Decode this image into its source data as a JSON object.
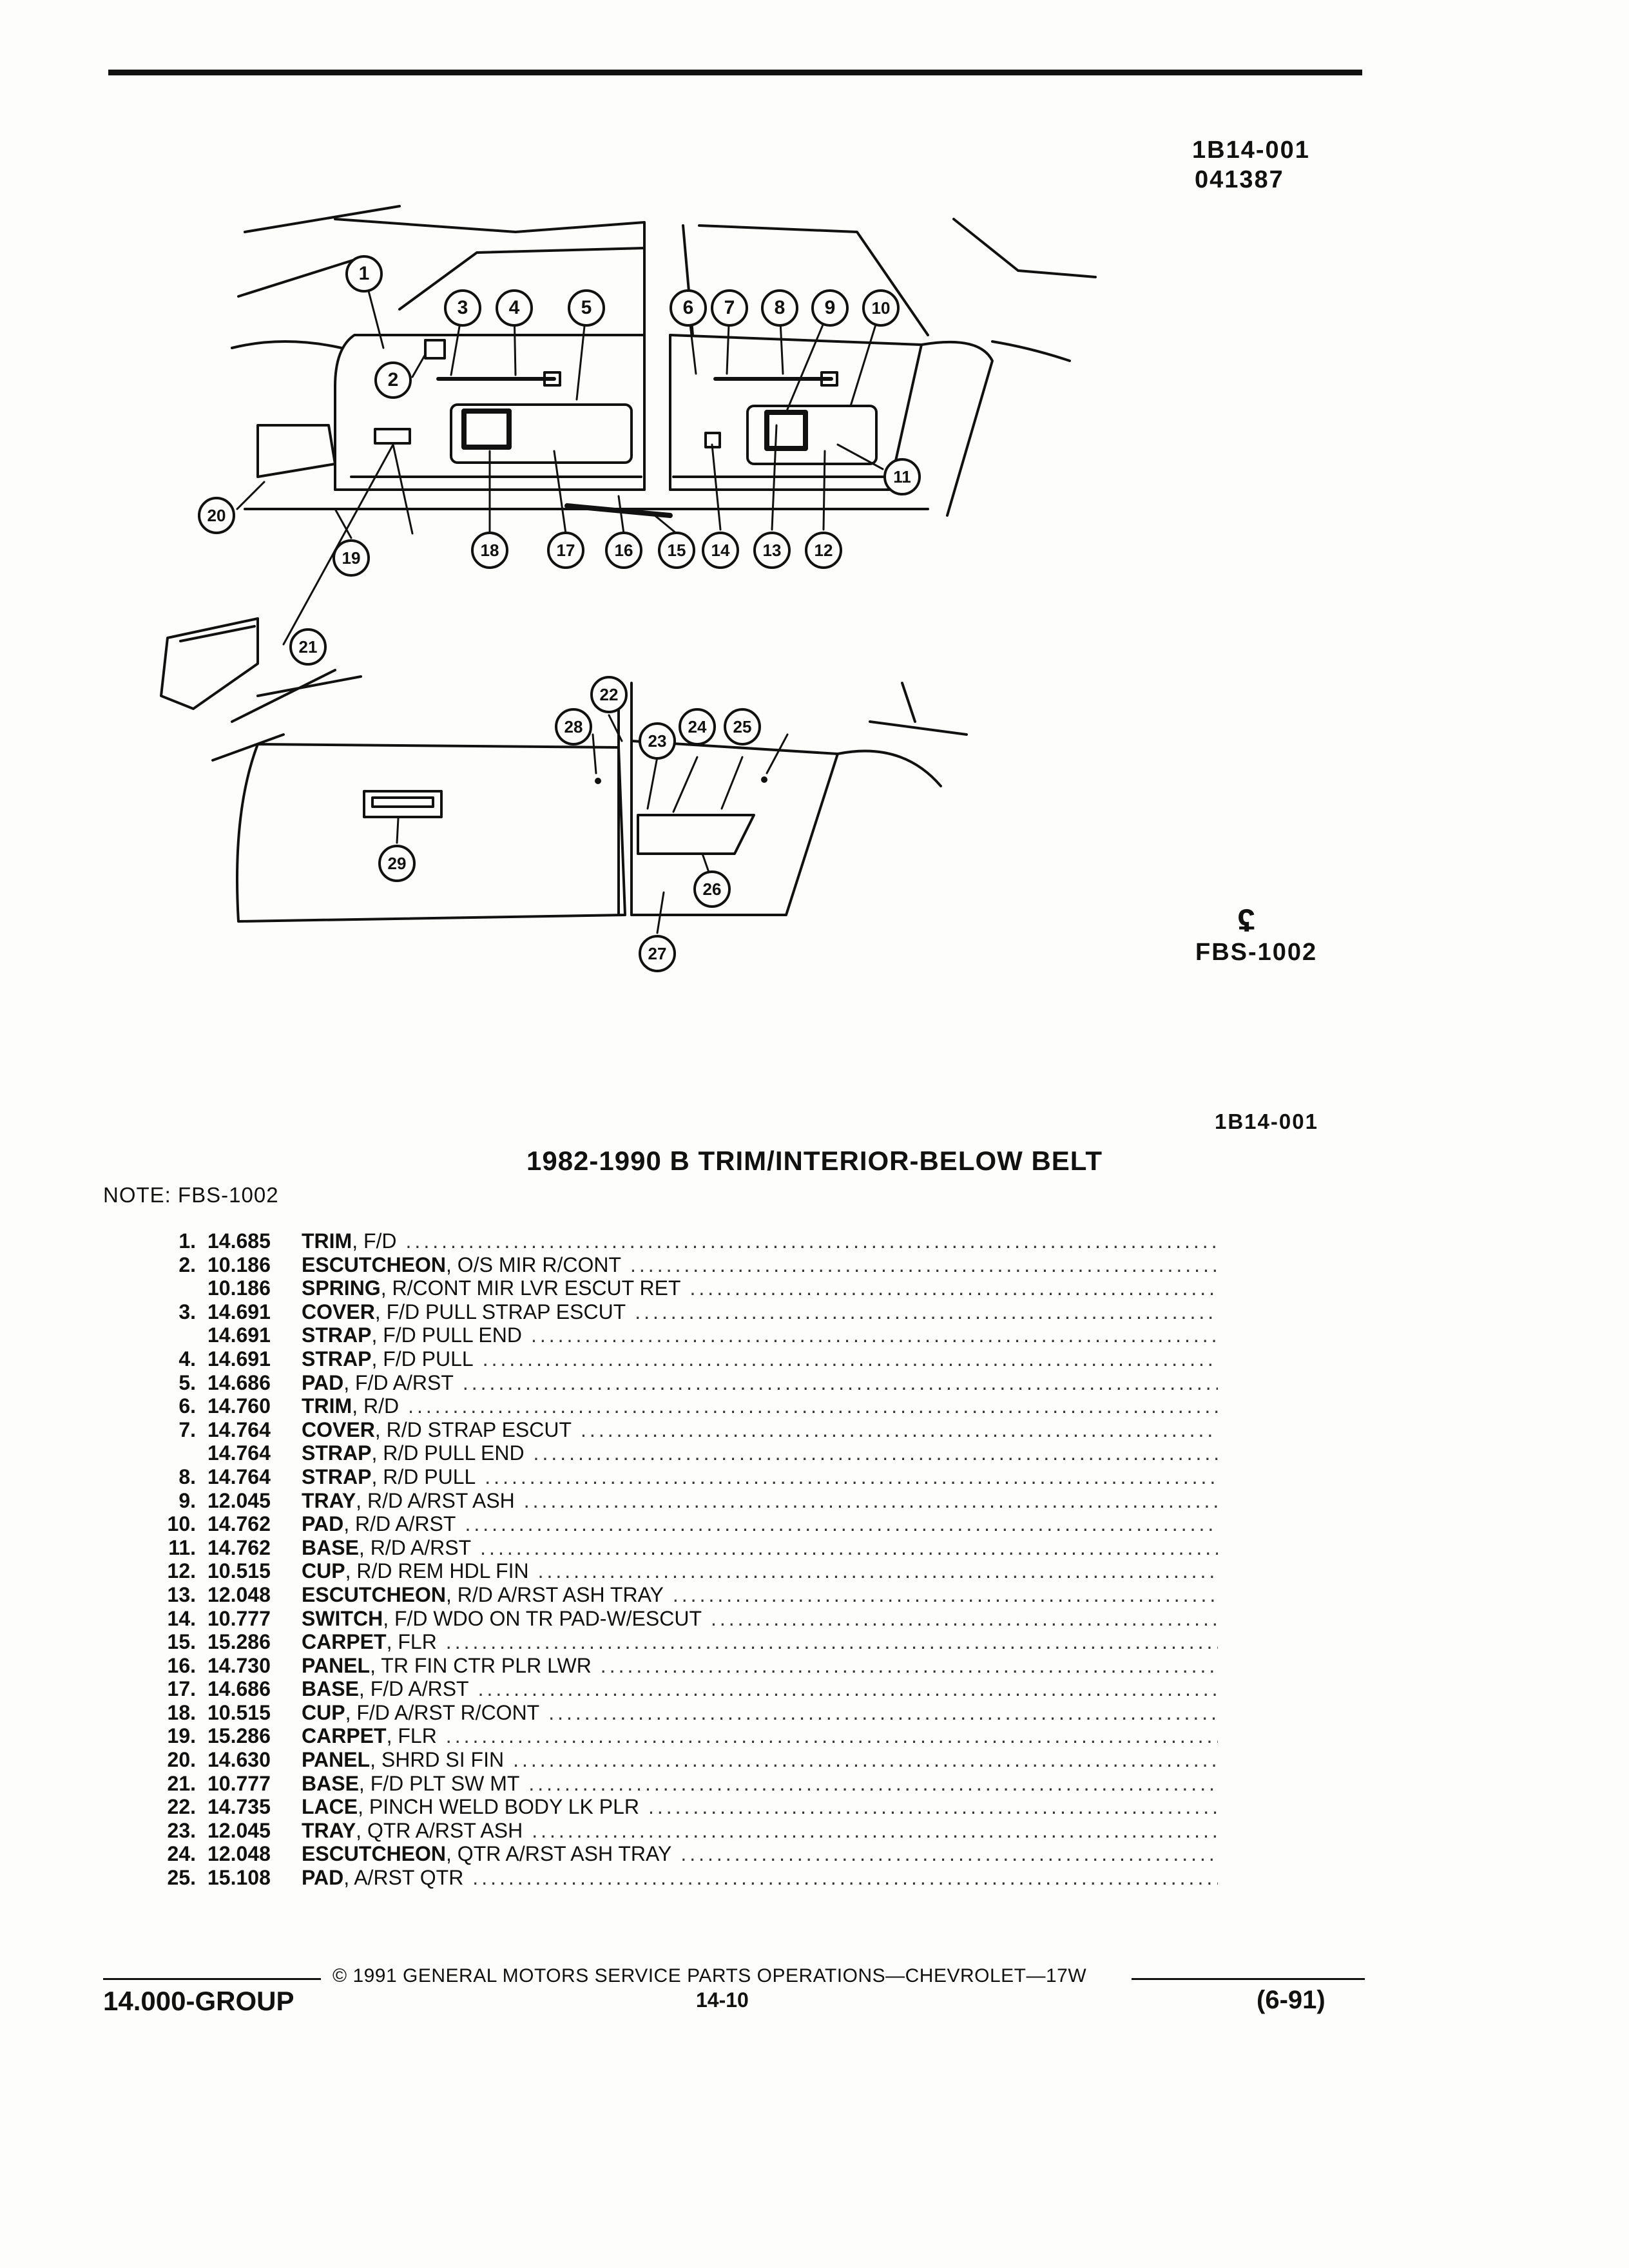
{
  "header": {
    "ref_code": "1B14-001",
    "date_code": "041387"
  },
  "figure": {
    "callouts": [
      "1",
      "2",
      "3",
      "4",
      "5",
      "6",
      "7",
      "8",
      "9",
      "10",
      "11",
      "12",
      "13",
      "14",
      "15",
      "16",
      "17",
      "18",
      "19",
      "20",
      "21",
      "22",
      "23",
      "24",
      "25",
      "26",
      "27",
      "28",
      "29"
    ],
    "ref": "FBS-1002"
  },
  "section": {
    "code": "1B14-001",
    "title": "1982-1990 B TRIM/INTERIOR-BELOW BELT",
    "note": "NOTE:  FBS-1002"
  },
  "parts": [
    {
      "no": "1.",
      "grp": "14.685",
      "name": "TRIM",
      "desc": ", F/D"
    },
    {
      "no": "2.",
      "grp": "10.186",
      "name": "ESCUTCHEON",
      "desc": ", O/S MIR R/CONT"
    },
    {
      "no": "",
      "grp": "10.186",
      "name": "SPRING",
      "desc": ", R/CONT MIR LVR ESCUT RET"
    },
    {
      "no": "3.",
      "grp": "14.691",
      "name": "COVER",
      "desc": ", F/D PULL STRAP ESCUT"
    },
    {
      "no": "",
      "grp": "14.691",
      "name": "STRAP",
      "desc": ", F/D PULL END"
    },
    {
      "no": "4.",
      "grp": "14.691",
      "name": "STRAP",
      "desc": ", F/D PULL"
    },
    {
      "no": "5.",
      "grp": "14.686",
      "name": "PAD",
      "desc": ", F/D A/RST"
    },
    {
      "no": "6.",
      "grp": "14.760",
      "name": "TRIM",
      "desc": ", R/D"
    },
    {
      "no": "7.",
      "grp": "14.764",
      "name": "COVER",
      "desc": ", R/D STRAP ESCUT"
    },
    {
      "no": "",
      "grp": "14.764",
      "name": "STRAP",
      "desc": ", R/D PULL END"
    },
    {
      "no": "8.",
      "grp": "14.764",
      "name": "STRAP",
      "desc": ", R/D PULL"
    },
    {
      "no": "9.",
      "grp": "12.045",
      "name": "TRAY",
      "desc": ", R/D A/RST ASH"
    },
    {
      "no": "10.",
      "grp": "14.762",
      "name": "PAD",
      "desc": ", R/D A/RST"
    },
    {
      "no": "11.",
      "grp": "14.762",
      "name": "BASE",
      "desc": ", R/D A/RST"
    },
    {
      "no": "12.",
      "grp": "10.515",
      "name": "CUP",
      "desc": ", R/D REM HDL FIN"
    },
    {
      "no": "13.",
      "grp": "12.048",
      "name": "ESCUTCHEON",
      "desc": ", R/D A/RST ASH TRAY"
    },
    {
      "no": "14.",
      "grp": "10.777",
      "name": "SWITCH",
      "desc": ", F/D WDO ON TR PAD-W/ESCUT"
    },
    {
      "no": "15.",
      "grp": "15.286",
      "name": "CARPET",
      "desc": ", FLR"
    },
    {
      "no": "16.",
      "grp": "14.730",
      "name": "PANEL",
      "desc": ", TR FIN CTR PLR LWR"
    },
    {
      "no": "17.",
      "grp": "14.686",
      "name": "BASE",
      "desc": ", F/D A/RST"
    },
    {
      "no": "18.",
      "grp": "10.515",
      "name": "CUP",
      "desc": ", F/D A/RST R/CONT"
    },
    {
      "no": "19.",
      "grp": "15.286",
      "name": "CARPET",
      "desc": ", FLR"
    },
    {
      "no": "20.",
      "grp": "14.630",
      "name": "PANEL",
      "desc": ", SHRD SI FIN"
    },
    {
      "no": "21.",
      "grp": "10.777",
      "name": "BASE",
      "desc": ", F/D PLT SW MT"
    },
    {
      "no": "22.",
      "grp": "14.735",
      "name": "LACE",
      "desc": ", PINCH WELD BODY LK PLR"
    },
    {
      "no": "23.",
      "grp": "12.045",
      "name": "TRAY",
      "desc": ", QTR A/RST ASH"
    },
    {
      "no": "24.",
      "grp": "12.048",
      "name": "ESCUTCHEON",
      "desc": ", QTR A/RST ASH TRAY"
    },
    {
      "no": "25.",
      "grp": "15.108",
      "name": "PAD",
      "desc": ", A/RST QTR"
    }
  ],
  "footer": {
    "copyright": "© 1991 GENERAL MOTORS SERVICE PARTS OPERATIONS—CHEVROLET—17W",
    "group": "14.000-GROUP",
    "page": "14-10",
    "revision": "(6-91)"
  }
}
